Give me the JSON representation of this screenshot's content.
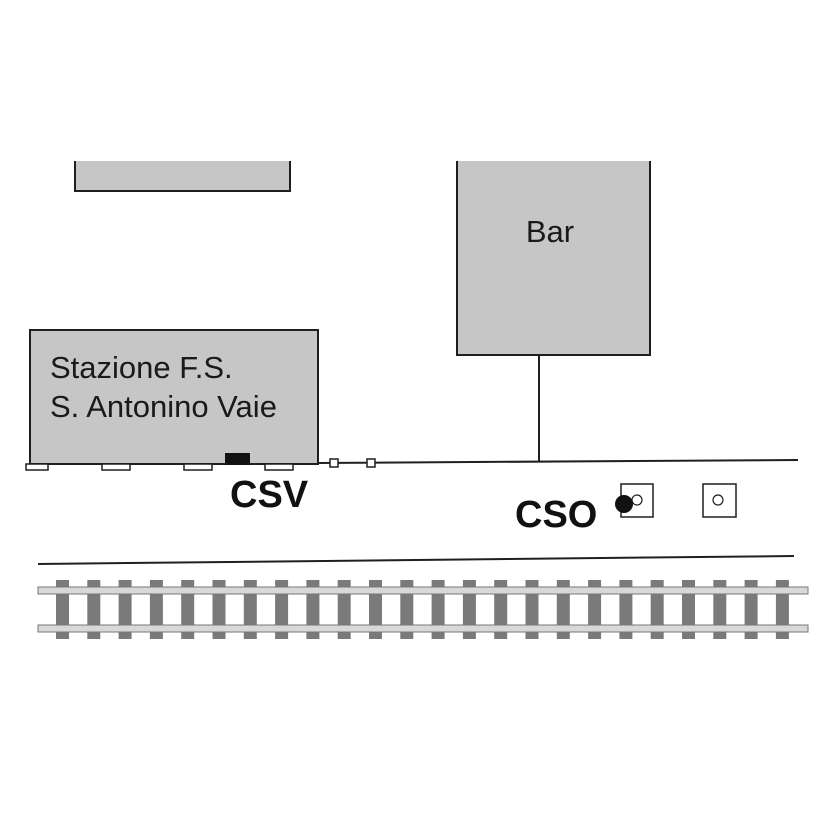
{
  "buildings": {
    "station": {
      "line1": "Stazione F.S.",
      "line2": "S. Antonino Vaie"
    },
    "bar": {
      "label": "Bar"
    }
  },
  "markers": {
    "csv": {
      "label": "CSV"
    },
    "cso": {
      "label": "CSO"
    }
  },
  "colors": {
    "building_fill": "#c6c6c6",
    "outline": "#1f1f1f",
    "sleeper": "#7a7a7a",
    "rail": "#d8d8d8"
  }
}
